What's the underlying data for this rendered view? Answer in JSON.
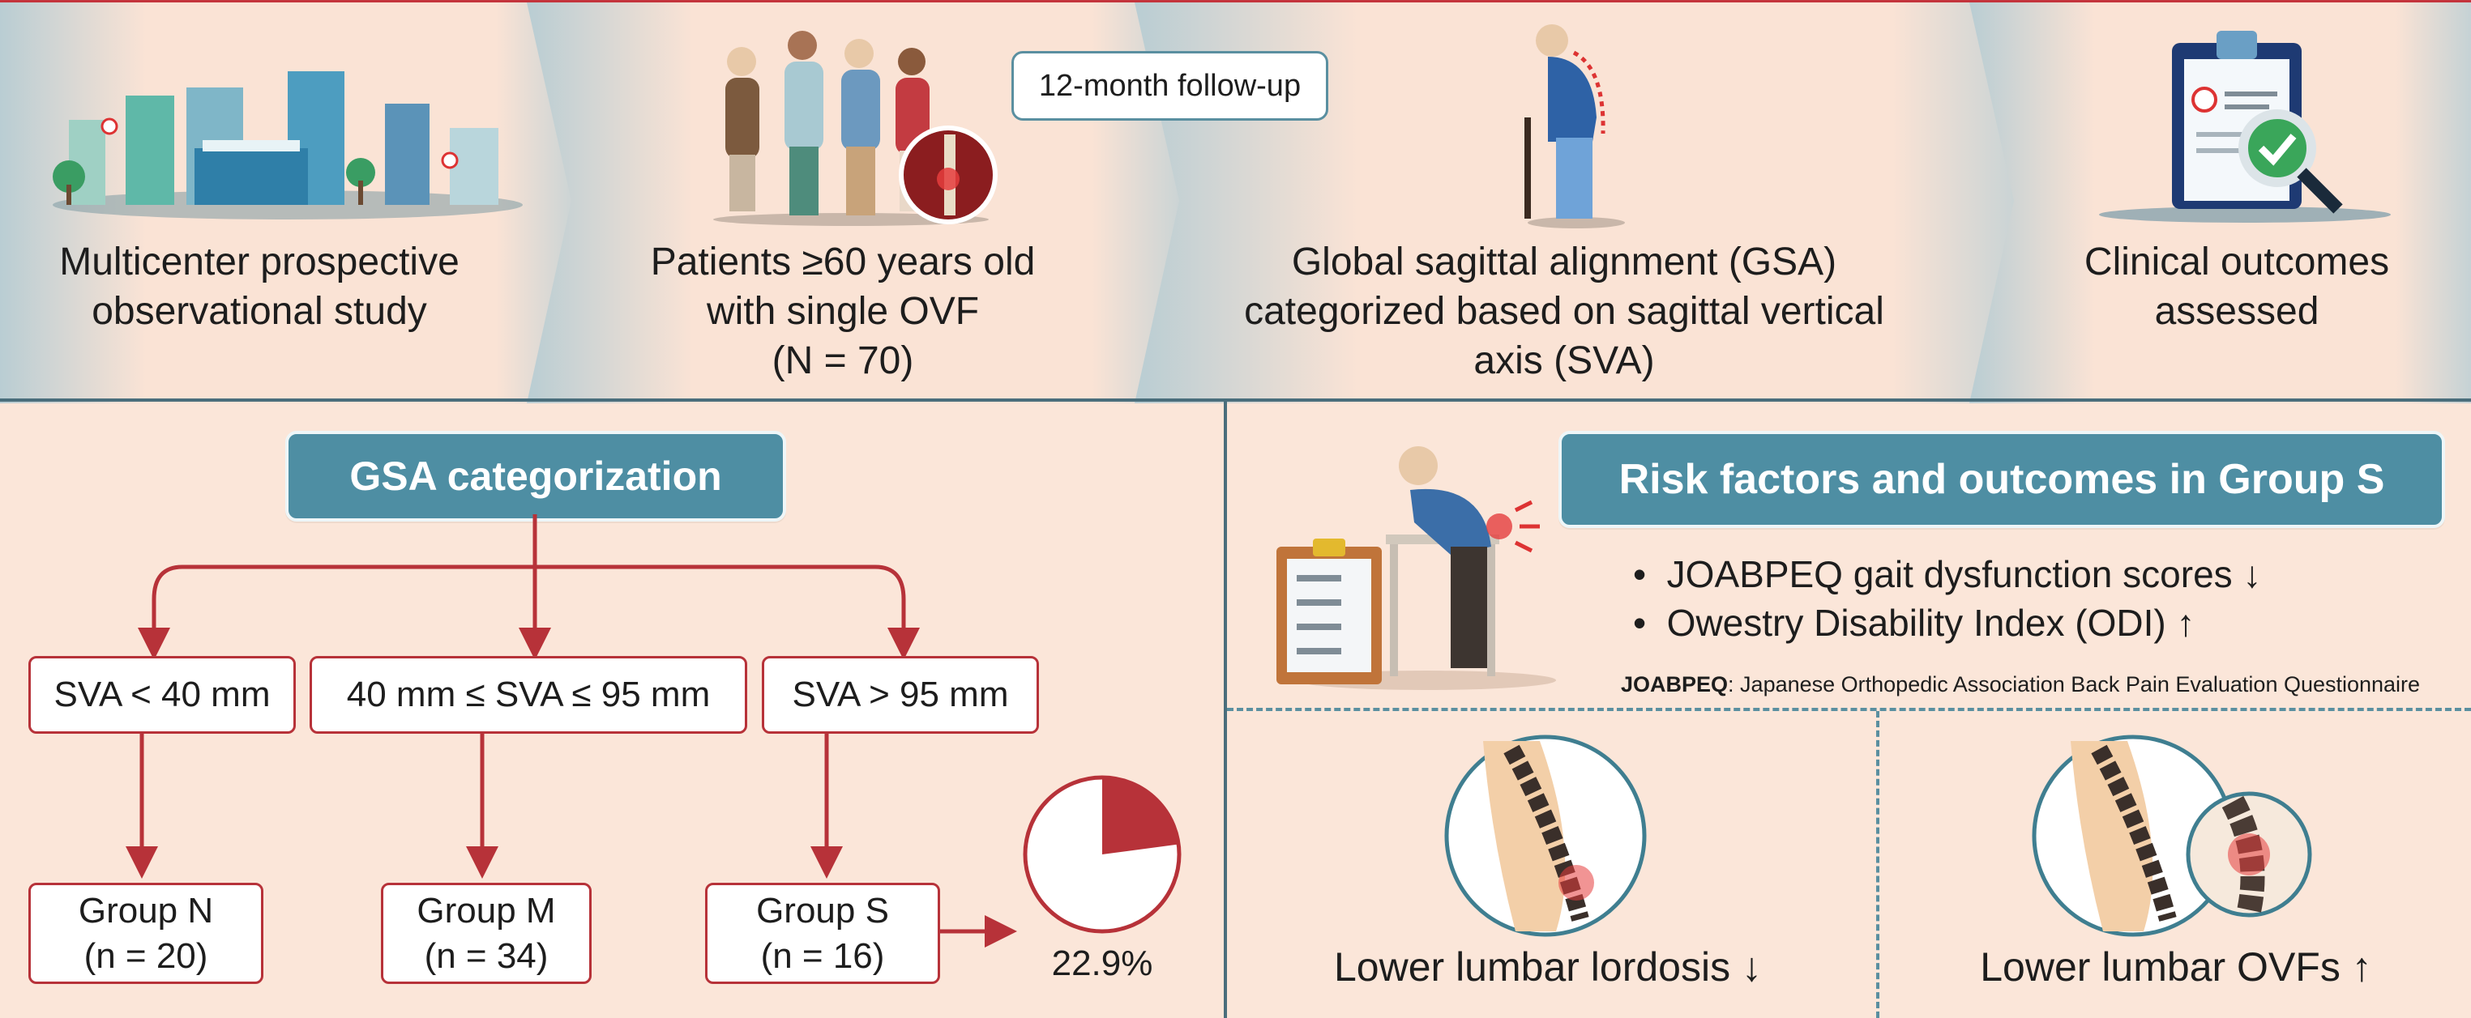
{
  "timeline": {
    "stages": [
      {
        "line1": "Multicenter prospective",
        "line2": "observational study",
        "line3": ""
      },
      {
        "line1": "Patients ≥60 years old",
        "line2": "with single OVF",
        "line3": "(N = 70)"
      },
      {
        "line1": "Global sagittal alignment (GSA)",
        "line2": "categorized based on sagittal vertical",
        "line3": "axis (SVA)"
      },
      {
        "line1": "Clinical outcomes",
        "line2": "assessed",
        "line3": ""
      }
    ],
    "followup_label": "12-month follow-up"
  },
  "gsa": {
    "title": "GSA categorization",
    "criteria": [
      "SVA < 40 mm",
      "40 mm ≤ SVA ≤ 95 mm",
      "SVA > 95 mm"
    ],
    "groups": [
      {
        "name": "Group N",
        "n": "(n = 20)"
      },
      {
        "name": "Group M",
        "n": "(n = 34)"
      },
      {
        "name": "Group S",
        "n": "(n = 16)"
      }
    ],
    "pie_fraction": 0.229,
    "pie_label": "22.9%"
  },
  "risk": {
    "title": "Risk factors and outcomes in Group S",
    "bullets": [
      "JOABPEQ gait dysfunction scores ↓",
      "Owestry Disability Index (ODI) ↑"
    ],
    "footnote_abbr": "JOABPEQ",
    "footnote_text": ": Japanese Orthopedic Association Back Pain Evaluation Questionnaire",
    "findings": [
      "Lower lumbar lordosis ↓",
      "Lower lumbar OVFs ↑"
    ]
  },
  "colors": {
    "accent_red": "#b73239",
    "teal": "#4e8ea3",
    "background": "#fbe6d9"
  }
}
